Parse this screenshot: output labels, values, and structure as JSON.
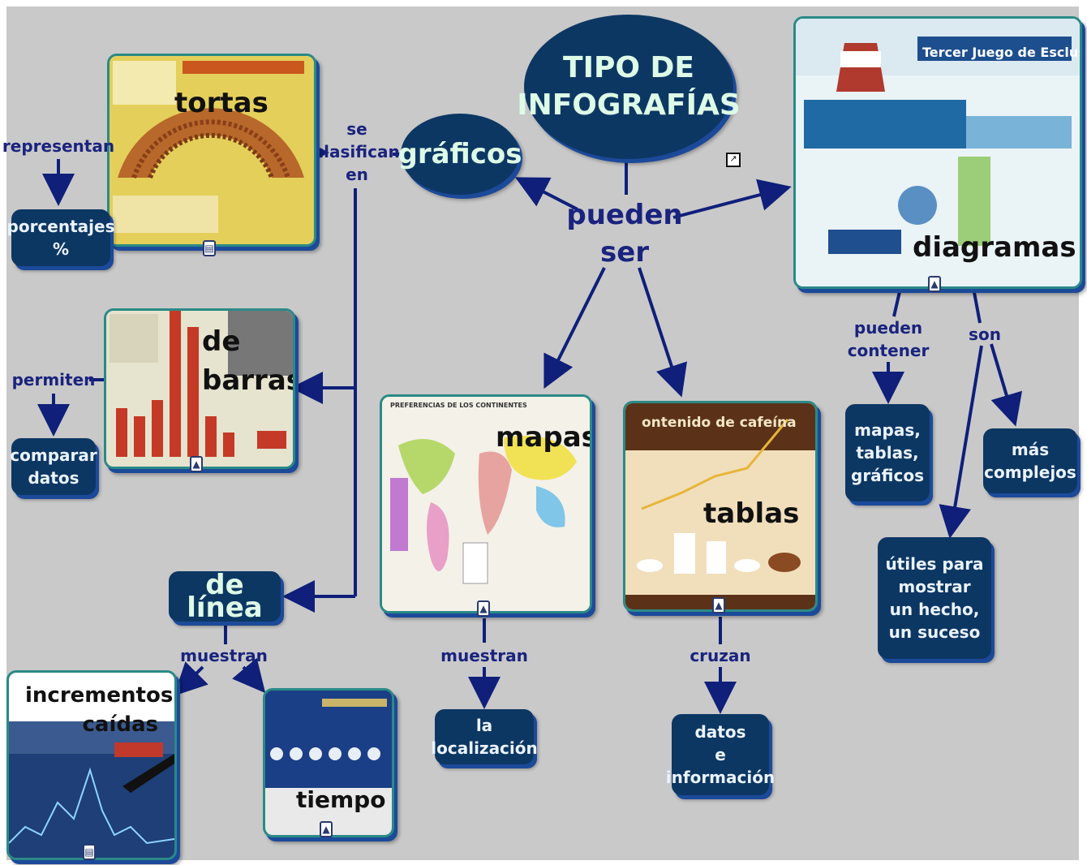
{
  "central": {
    "line1": "TIPO DE",
    "line2": "INFOGRAFÍAS"
  },
  "graficos": "gráficos",
  "pueden_ser": {
    "line1": "pueden",
    "line2": "ser"
  },
  "se_clasifican_en": {
    "line1": "se",
    "line2": "clasifican",
    "line3": "en"
  },
  "tortas": {
    "title": "tortas",
    "link": "representan",
    "result": {
      "line1": "porcentajes",
      "line2": "%"
    }
  },
  "barras": {
    "title_line1": "de",
    "title_line2": "barras",
    "link": "permiten",
    "result": {
      "line1": "comparar",
      "line2": "datos"
    }
  },
  "linea": {
    "title": "de línea",
    "link": "muestran"
  },
  "incrementos": {
    "line1": "incrementos y",
    "line2": "caídas"
  },
  "tiempo": "tiempo",
  "mapas": {
    "title": "mapas",
    "link": "muestran",
    "result": {
      "line1": "la",
      "line2": "localización"
    }
  },
  "tablas": {
    "title": "tablas",
    "link": "cruzan",
    "result": {
      "line1": "datos",
      "line2": "e",
      "line3": "información"
    }
  },
  "diagramas": {
    "title": "diagramas",
    "image_heading": "Tercer Juego de Esclusas",
    "link_contener": {
      "line1": "pueden",
      "line2": "contener"
    },
    "contener_result": {
      "line1": "mapas,",
      "line2": "tablas,",
      "line3": "gráficos"
    },
    "link_son": "son",
    "son_result_1": {
      "line1": "más",
      "line2": "complejos"
    },
    "son_result_2": {
      "line1": "útiles para",
      "line2": "mostrar",
      "line3": "un hecho,",
      "line4": "un suceso"
    }
  },
  "mapas_image_heading": "PREFERENCIAS DE LOS CONTINENTES",
  "tablas_image_heading": "ontenido de cafeína",
  "icons": [
    "image-resource-icon",
    "document-resource-icon",
    "shortcut-arrow-icon"
  ],
  "colors": {
    "background": "#c9c9c9",
    "node": "#0d3763",
    "link_text": "#1a237e",
    "line": "#0f1f7a",
    "card_border": "#2a8a86"
  }
}
